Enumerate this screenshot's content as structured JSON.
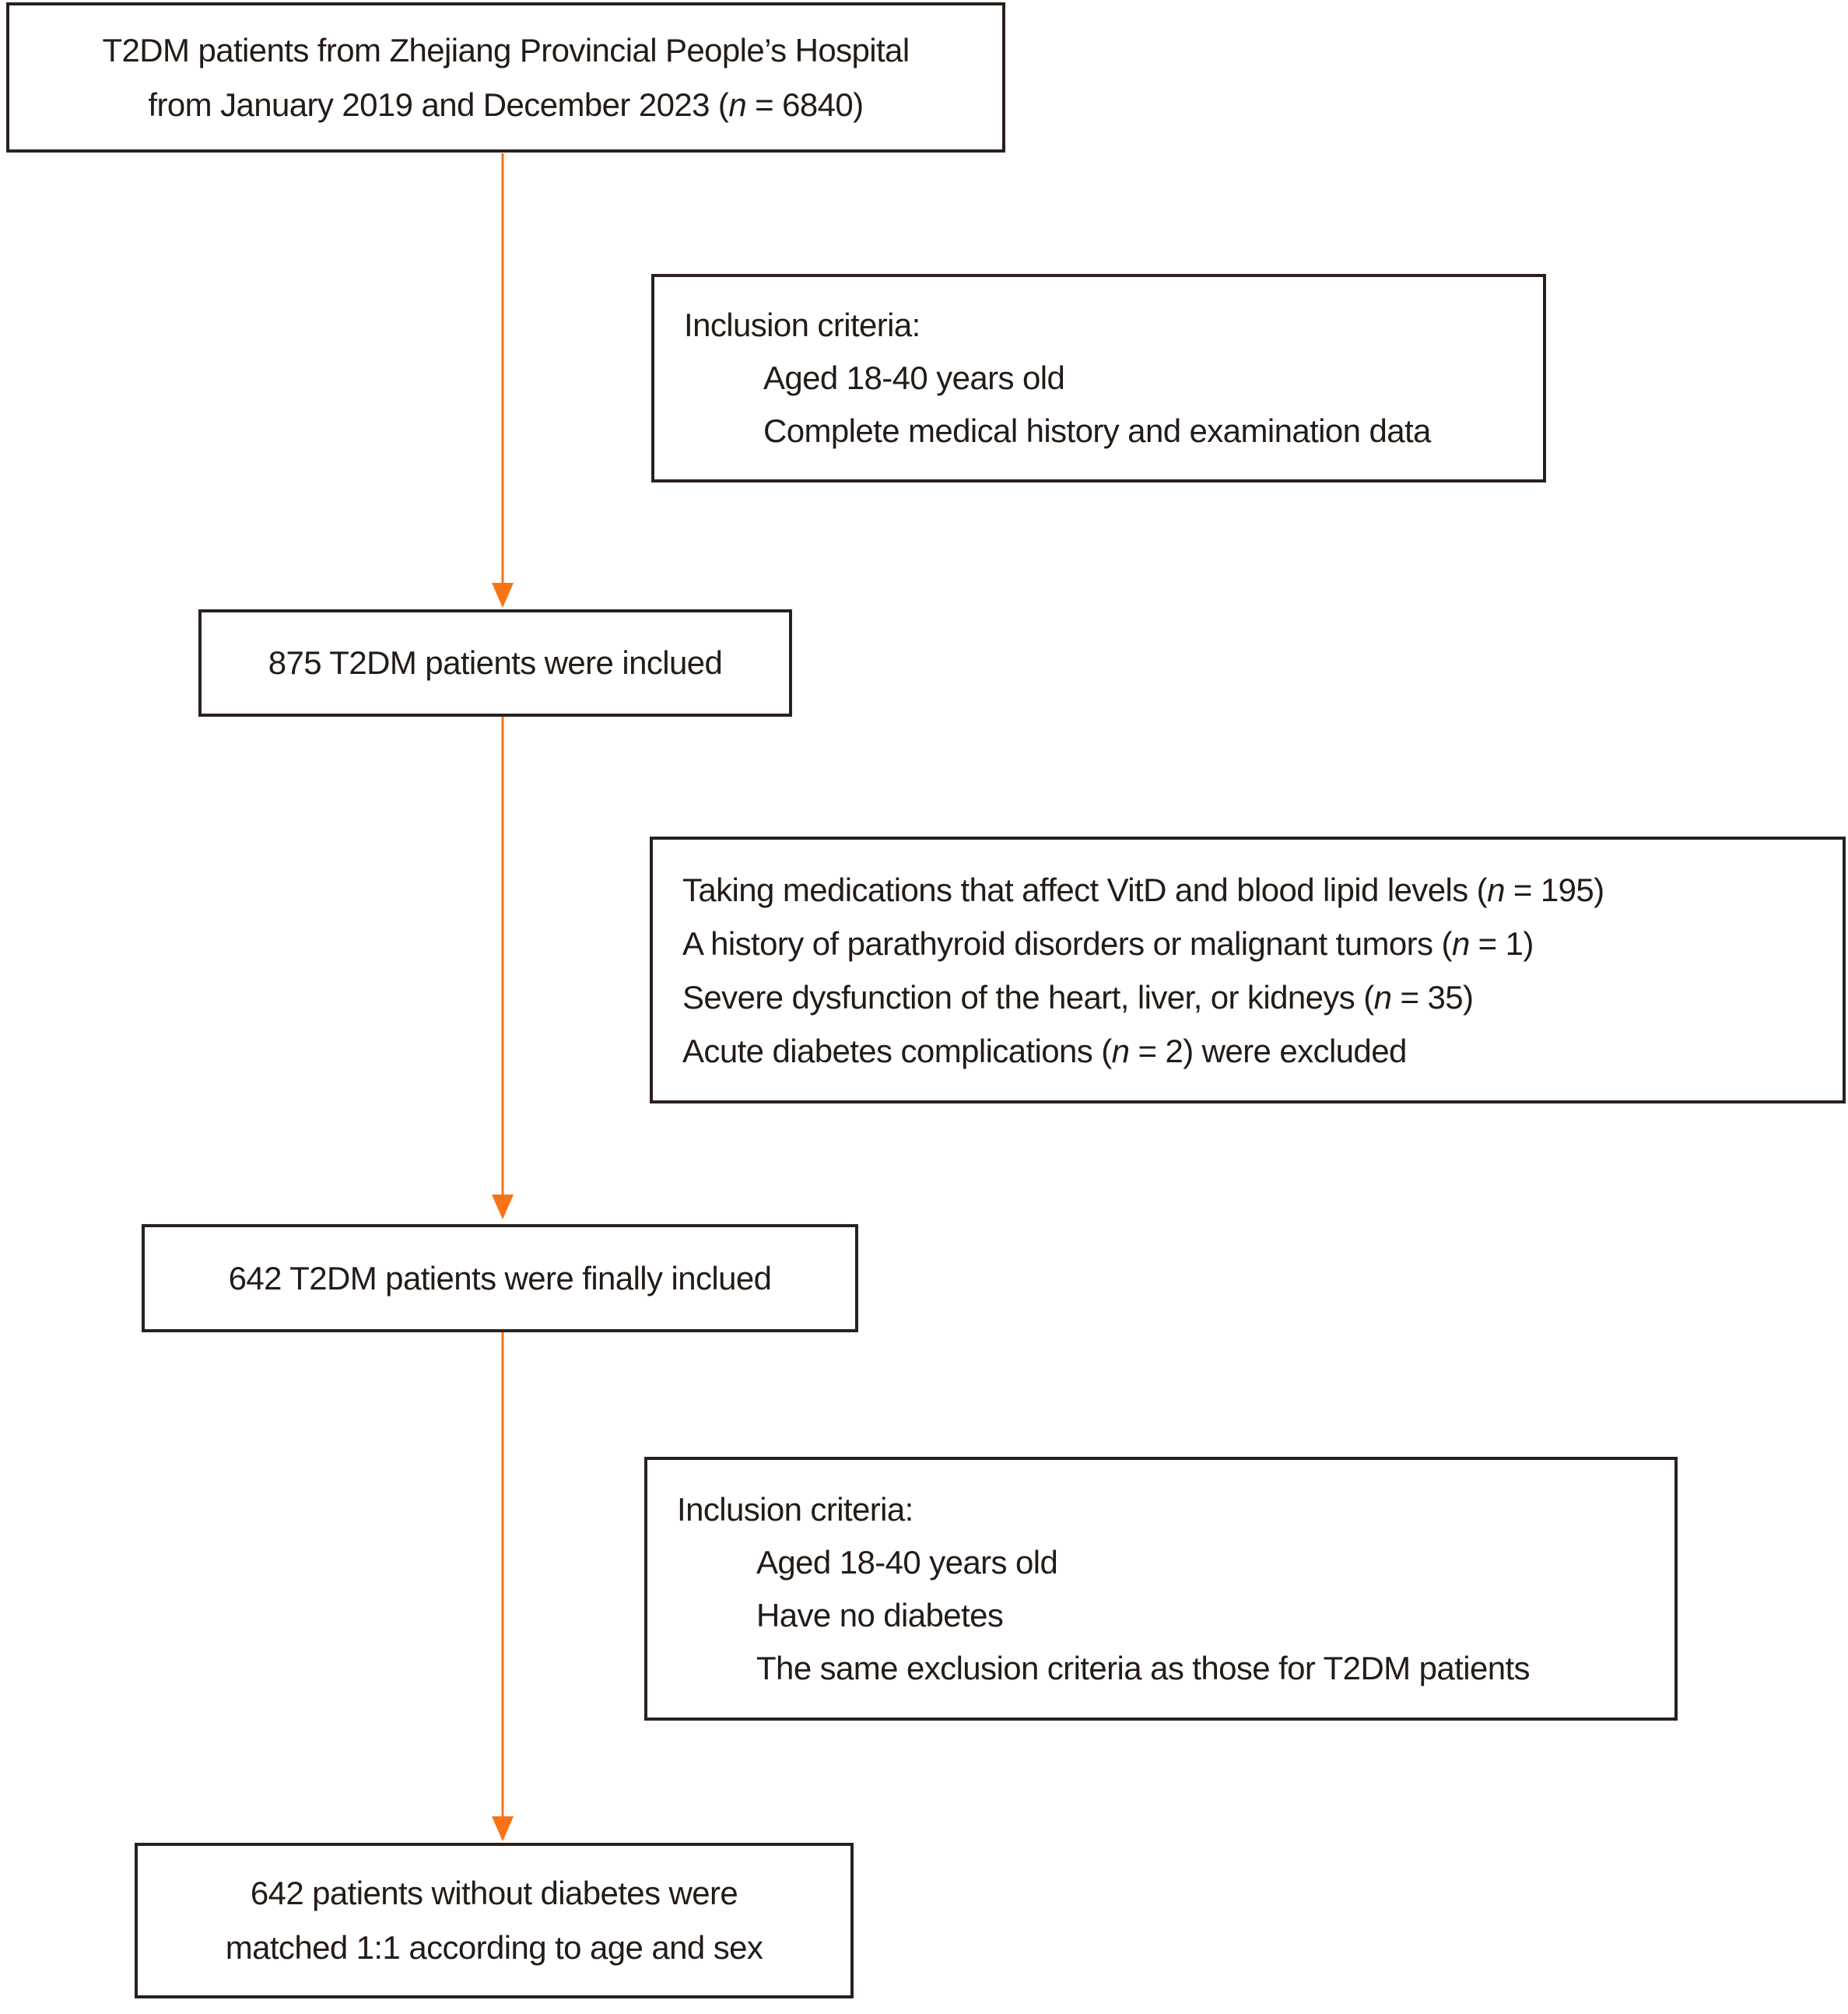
{
  "colors": {
    "arrow": "#F97316",
    "ink": "#241B17",
    "border": "#2A211D",
    "background": "#FFFFFF"
  },
  "boxes": {
    "source": {
      "line1": "T2DM patients from Zhejiang Provincial People’s Hospital",
      "line2": {
        "pre": "from January 2019 and December 2023 (",
        "n": "n",
        "post": " = 6840)"
      }
    },
    "inclusion_t2dm": {
      "header": "Inclusion criteria:",
      "items": [
        "Aged 18-40 years old",
        "Complete medical history and examination data"
      ]
    },
    "included_875": {
      "text": "875 T2DM patients were inclued"
    },
    "exclusion": {
      "lines": [
        {
          "pre": "Taking medications that affect VitD and blood lipid levels (",
          "n": "n",
          "post": " = 195)"
        },
        {
          "pre": "A history of parathyroid disorders or malignant tumors (",
          "n": "n",
          "post": " = 1)"
        },
        {
          "pre": "Severe dysfunction of the heart, liver, or kidneys (",
          "n": "n",
          "post": " = 35)"
        },
        {
          "pre": "Acute diabetes complications (",
          "n": "n",
          "post": " = 2) were excluded"
        }
      ]
    },
    "included_642": {
      "text": "642 T2DM patients were finally inclued"
    },
    "inclusion_control": {
      "header": "Inclusion criteria:",
      "items": [
        "Aged 18-40 years old",
        "Have no diabetes",
        "The same exclusion criteria as those for T2DM patients"
      ]
    },
    "matched": {
      "line1": "642 patients without diabetes were",
      "line2": "matched 1:1 according to age and sex"
    }
  }
}
